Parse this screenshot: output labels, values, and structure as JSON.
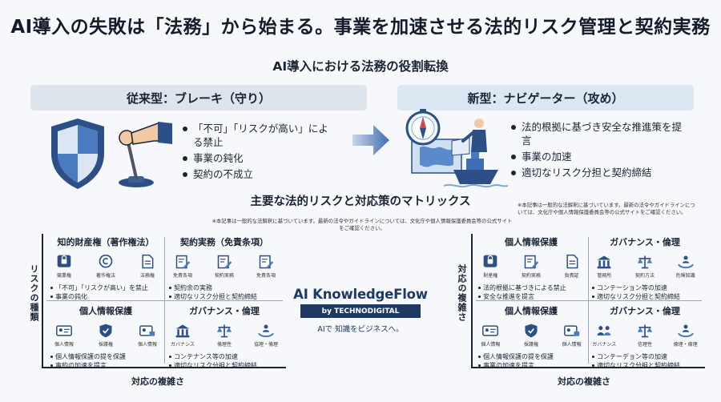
{
  "title": "AI導入の失敗は「法務」から始まる。事業を加速させる法的リスク管理と契約実務",
  "subtitle": "AI導入における法務の役割転換",
  "traditional": {
    "header": "従来型：ブレーキ（守り）",
    "bullets": [
      "「不可」「リスクが高い」による禁止",
      "事業の鈍化",
      "契約の不成立"
    ]
  },
  "new_model": {
    "header": "新型：ナビゲーター（攻め）",
    "bullets": [
      "法的根拠に基づき安全な推進策を提言",
      "事業の加速",
      "適切なリスク分担と契約締結"
    ]
  },
  "matrix": {
    "title": "主要な法的リスクと対応策のマトリックス",
    "note_center": "※本記事は一般的な法解釈に基づいています。最新の法令やガイドラインについては、文化庁や個人情報保護委員会等の公式サイトをご確認ください。",
    "note_right": "※本記事は一般的な法解釈に基づいています。最新の法令やガイドラインについては、文化庁や個人情報保護委員会等の公式サイトをご確認ください。",
    "left": {
      "y_label": "リスクの種類",
      "x_label": "対応の複雑さ",
      "cells": [
        {
          "title": "知的財産権（著作権法）",
          "icons": [
            {
              "name": "lock-icon",
              "label": "競業権"
            },
            {
              "name": "copyright-icon",
              "label": "著作権法"
            },
            {
              "name": "document-icon",
              "label": "法務権"
            }
          ],
          "bullets": [
            "「不可」「リスクが高い」を禁止",
            "事業の鈍化"
          ]
        },
        {
          "title": "契約実務（免責条項）",
          "icons": [
            {
              "name": "contract-icon",
              "label": "免責条項"
            },
            {
              "name": "contract-icon",
              "label": "契約実務"
            },
            {
              "name": "contract-icon",
              "label": "免責条項"
            }
          ],
          "bullets": [
            "契約余の実務",
            "適切なリスク分担と契約締結"
          ]
        },
        {
          "title": "個人情報保護",
          "icons": [
            {
              "name": "id-card-icon",
              "label": "個人情報"
            },
            {
              "name": "shield-icon",
              "label": "採護権"
            },
            {
              "name": "id-lock-icon",
              "label": "個人情報"
            }
          ],
          "bullets": [
            "個人情報保護の提を保護",
            "事約の加速を提言"
          ]
        },
        {
          "title": "ガバナンス・倫理",
          "icons": [
            {
              "name": "building-icon",
              "label": "ガバナンス"
            },
            {
              "name": "scale-icon",
              "label": "倫理性"
            },
            {
              "name": "hand-people-icon",
              "label": "協理・倫理"
            }
          ],
          "bullets": [
            "コンテナンス等の加速",
            "適切なリスク分担と契約締結"
          ]
        }
      ]
    },
    "right": {
      "y_label": "対応の複雑さ",
      "x_label": "対応の複雑さ",
      "cells": [
        {
          "title": "個人情報保護",
          "icons": [
            {
              "name": "lock-icon",
              "label": "財産権"
            },
            {
              "name": "contract-icon",
              "label": "契約実務"
            },
            {
              "name": "document-icon",
              "label": "負責証"
            }
          ],
          "bullets": [
            "法的根拠に基づきによる禁止",
            "安全な推進を提言"
          ]
        },
        {
          "title": "ガバナンス・倫理",
          "icons": [
            {
              "name": "building-icon",
              "label": "管務所"
            },
            {
              "name": "scale-icon",
              "label": "契約方法"
            },
            {
              "name": "hand-people-icon",
              "label": "危険知識"
            }
          ],
          "bullets": [
            "コンテーション等の加速",
            "適切なリスク分担と契約締結"
          ]
        },
        {
          "title": "個人情報保護",
          "icons": [
            {
              "name": "id-card-icon",
              "label": "個人情報"
            },
            {
              "name": "shield-icon",
              "label": "採護権"
            },
            {
              "name": "id-lock-icon",
              "label": "個人情報"
            }
          ],
          "bullets": [
            "個人情報保護の提を保護",
            "事業の加速を提言"
          ]
        },
        {
          "title": "ガバナンス・倫理",
          "icons": [
            {
              "name": "people-icon",
              "label": "ガバナンス"
            },
            {
              "name": "scale-icon",
              "label": "信理性"
            },
            {
              "name": "hand-people-icon",
              "label": "倫理・倫理"
            }
          ],
          "bullets": [
            "コンテーデョン等の加速",
            "適切なリスク分担と契約締結"
          ]
        }
      ]
    }
  },
  "brand": {
    "name": "AI KnowledgeFlow",
    "by": "by TECHNODIGITAL",
    "tagline": "AIで 知識をビジネスへ。"
  },
  "colors": {
    "navy": "#1e3a64",
    "blue": "#3f6db3",
    "light_blue": "#7fa6d6"
  }
}
